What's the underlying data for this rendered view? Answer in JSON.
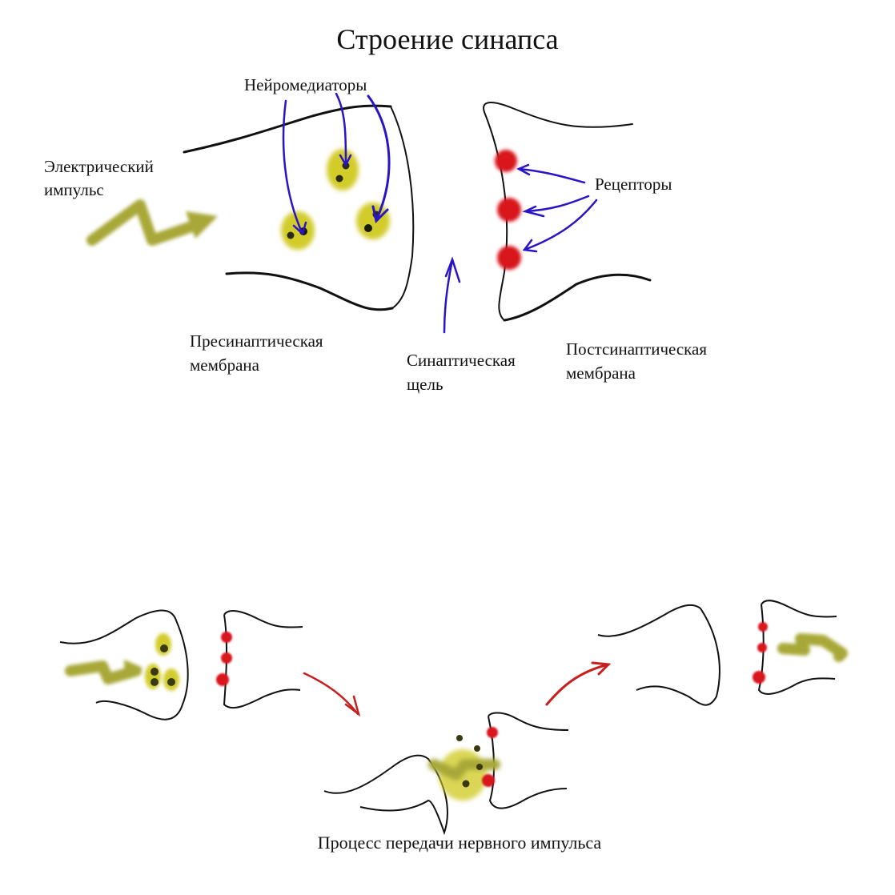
{
  "title": "Строение синапса",
  "labels": {
    "neurotransmitters": "Нейромедиаторы",
    "electric_impulse_line1": "Электрический",
    "electric_impulse_line2": "импульс",
    "receptors": "Рецепторы",
    "presynaptic_line1": "Пресинаптическая",
    "presynaptic_line2": "мембрана",
    "cleft_line1": "Синаптическая",
    "cleft_line2": "щель",
    "postsynaptic_line1": "Постсинаптическая",
    "postsynaptic_line2": "мембрана"
  },
  "caption": "Процесс передачи нервного импульса",
  "colors": {
    "outline": "#111111",
    "annotation_arrow": "#2a14c8",
    "process_arrow": "#c81e1e",
    "receptor": "#d8121c",
    "vesicle": "#d2cc2a",
    "vesicle_core": "#2a2a10",
    "impulse": "#a8a838"
  }
}
